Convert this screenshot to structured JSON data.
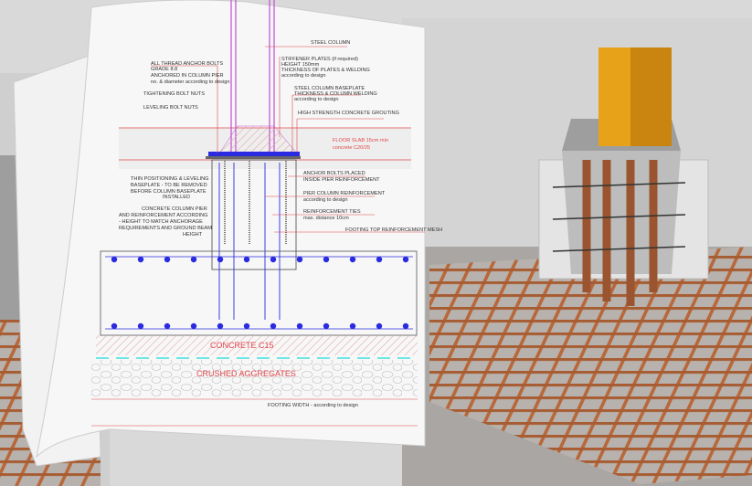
{
  "drawing": {
    "labels": {
      "steel_column": "STEEL COLUMN",
      "stiffener_1": "STIFFENER PLATES (if required)",
      "stiffener_2": "HEIGHT 150mm",
      "stiffener_3": "THICKNESS OF PLATES & WELDING",
      "stiffener_4": "according to design",
      "anchor_1": "ALL THREAD ANCHOR BOLTS",
      "anchor_2": "GRADE 8.8",
      "anchor_3": "ANCHORED IN COLUMN PIER",
      "anchor_4": "no. & diameter according to design",
      "baseplate_1": "STEEL COLUMN BASEPLATE",
      "baseplate_2": "THICKNESS & COLUMN WELDING",
      "baseplate_3": "according to design",
      "grouting": "HIGH STRENGTH CONCRETE GROUTING",
      "tightening": "TIGHTENING BOLT NUTS",
      "leveling_nuts": "LEVELING BOLT NUTS",
      "slab_1": "FLOOR SLAB 15cm min",
      "slab_2": "concrete C20/25",
      "thin_1": "THIN POSITIONING & LEVELING",
      "thin_2": "BASEPLATE - TO BE REMOVED",
      "thin_3": "BEFORE COLUMN BASEPLATE",
      "thin_4": "INSTALLED",
      "bolts_placed_1": "ANCHOR BOLTS PLACED",
      "bolts_placed_2": "INSIDE PIER REINFORCEMENT",
      "pier_reinf_1": "PIER COLUMN REINFORCEMENT",
      "pier_reinf_2": "according to design",
      "ties_1": "REINFORCEMENT TIES",
      "ties_2": "max. distance 10cm",
      "pier_1": "CONCRETE COLUMN PIER",
      "pier_2": "AND REINFORCEMENT ACCORDING",
      "pier_3": "- HEIGHT TO MATCH ANCHORAGE",
      "pier_4": "REQUIREMENTS AND GROUND BEAM",
      "pier_5": "HEIGHT",
      "footing_top": "FOOTING TOP REINFORCEMENT MESH",
      "concrete_c15": "CONCRETE C15",
      "crushed": "CRUSHED AGGREGATES",
      "footing_width": "FOOTING WIDTH - according to design"
    }
  },
  "colors": {
    "annotation": "#e0464a",
    "rebar": "#2a2ae0",
    "column": "#e8a21a",
    "rebar_3d": "#b8683a"
  }
}
